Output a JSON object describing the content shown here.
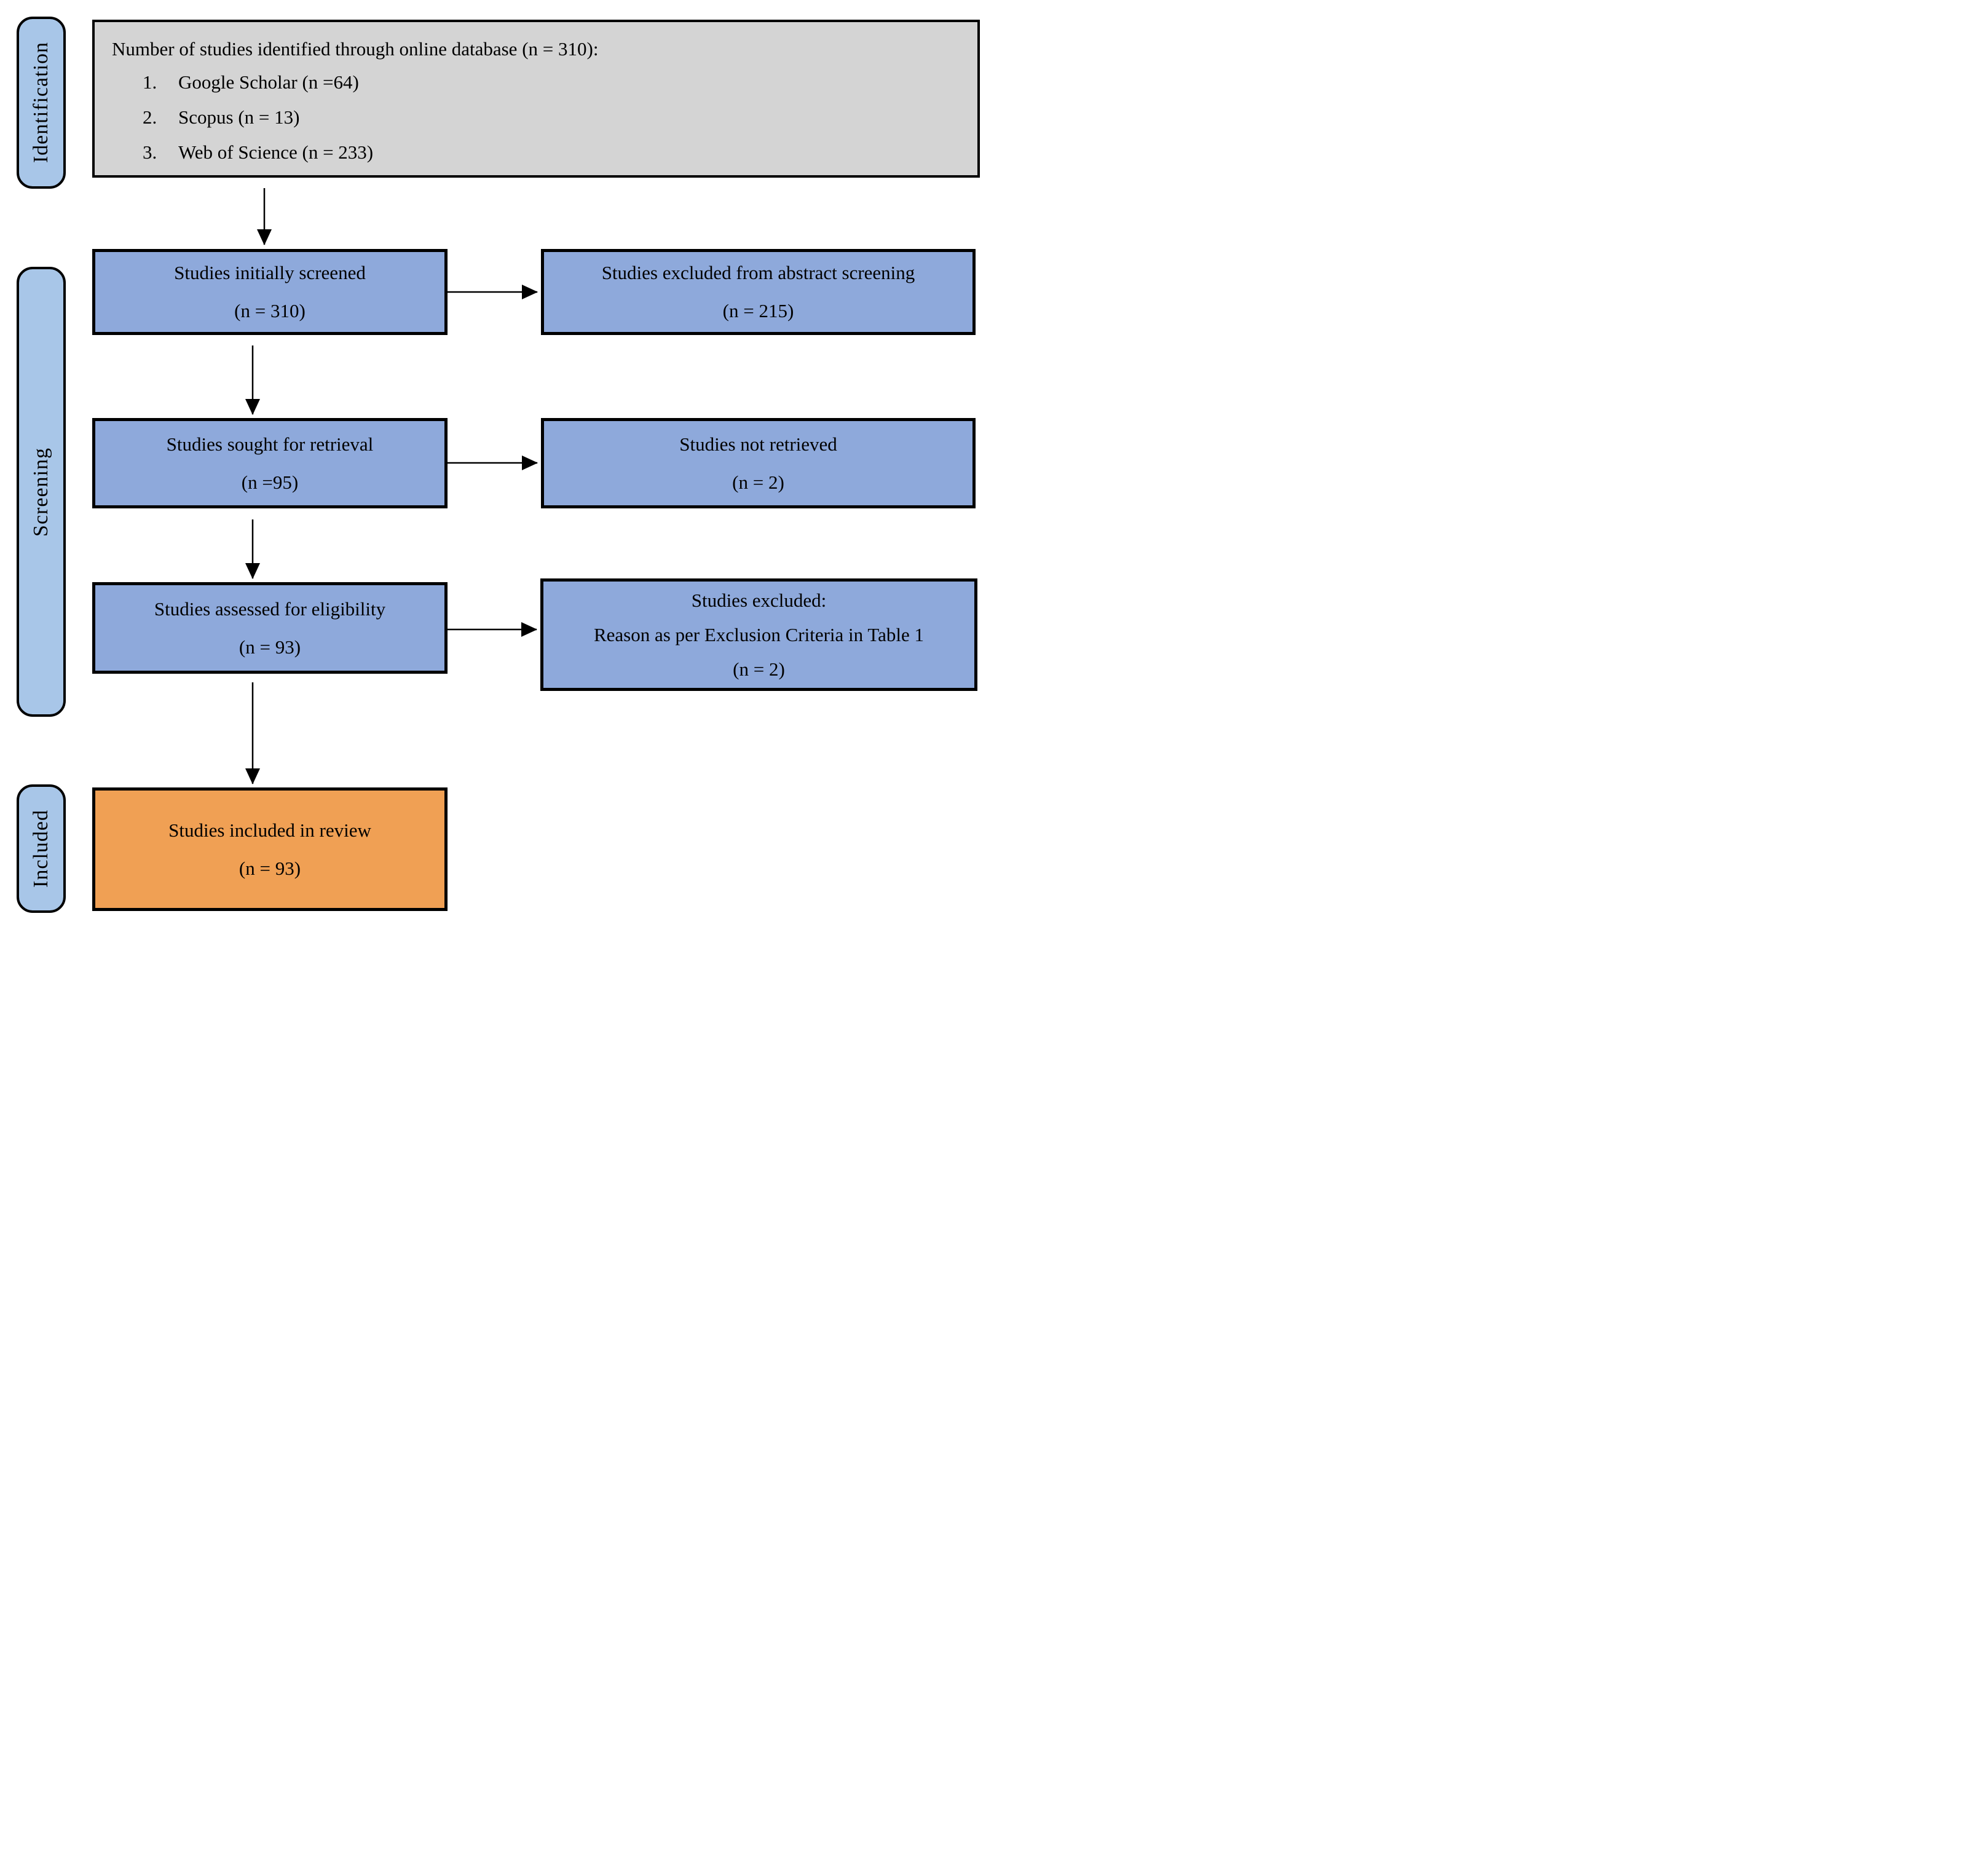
{
  "diagram": {
    "stages": [
      {
        "label": "Identification"
      },
      {
        "label": "Screening"
      },
      {
        "label": "Included"
      }
    ],
    "identification_box": {
      "title": "Number of studies identified through online database (n = 310):",
      "items": [
        {
          "number": "1.",
          "text": "Google Scholar (n =64)"
        },
        {
          "number": "2.",
          "text": "Scopus (n = 13)"
        },
        {
          "number": "3.",
          "text": "Web of Science (n = 233)"
        }
      ]
    },
    "flow_boxes": {
      "initially_screened": {
        "line1": "Studies initially screened",
        "line2": "(n = 310)"
      },
      "excluded_abstract": {
        "line1": "Studies excluded from abstract screening",
        "line2": "(n = 215)"
      },
      "sought_retrieval": {
        "line1": "Studies sought for retrieval",
        "line2": "(n =95)"
      },
      "not_retrieved": {
        "line1": "Studies not retrieved",
        "line2": "(n = 2)"
      },
      "assessed_eligibility": {
        "line1": "Studies assessed for eligibility",
        "line2": "(n = 93)"
      },
      "excluded_criteria": {
        "line1": "Studies excluded:",
        "line2": "Reason as per Exclusion Criteria in Table 1",
        "line3": "(n = 2)"
      },
      "included_review": {
        "line1": "Studies included in review",
        "line2": "(n = 93)"
      }
    },
    "colors": {
      "stage_fill": "#A8C6E8",
      "flow_box_fill": "#8EA9DB",
      "identification_fill": "#D4D4D4",
      "included_fill": "#F0A054",
      "border": "#000000"
    }
  }
}
